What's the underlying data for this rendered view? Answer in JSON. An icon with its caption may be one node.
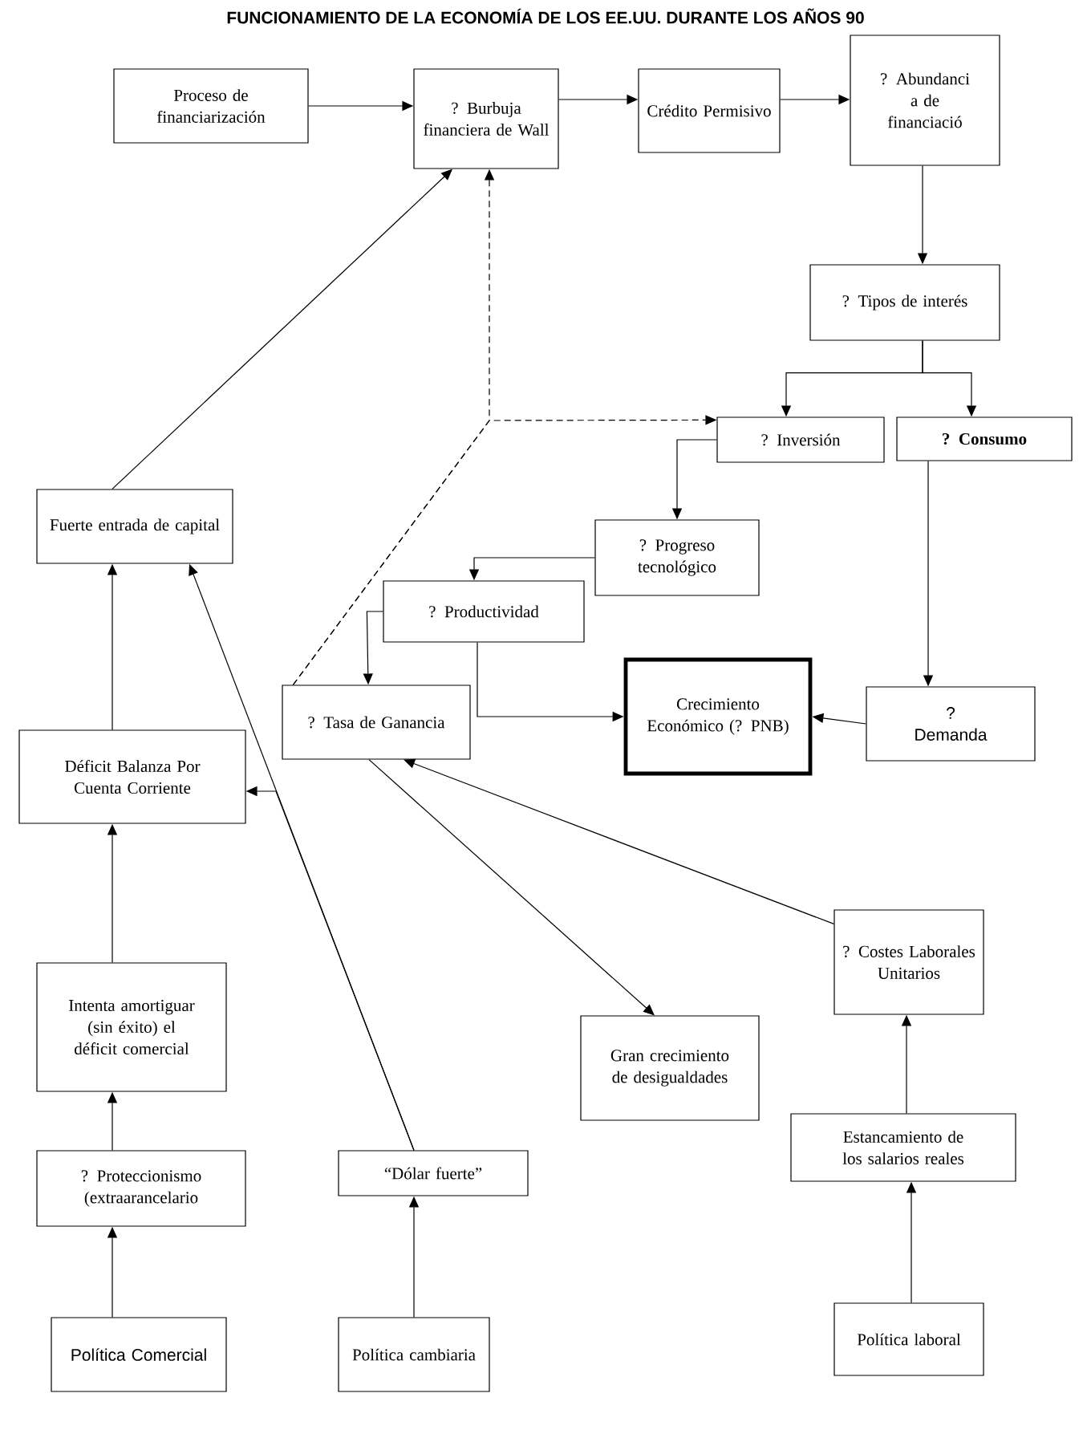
{
  "diagram": {
    "title": "FUNCIONAMIENTO DE LA ECONOMÍA DE LOS EE.UU. DURANTE LOS AÑOS 90",
    "nodes": [
      {
        "text": [
          "Proceso de financiarización"
        ]
      },
      {
        "text": [
          "? Burbuja financiera de Wall"
        ]
      },
      {
        "text": [
          "Crédito Permisivo"
        ]
      },
      {
        "text": [
          "? Abundanci a de financiació"
        ]
      },
      {
        "text": [
          "? Tipos de interés"
        ]
      },
      {
        "text": [
          "? Inversión"
        ]
      },
      {
        "text": [
          "? Consumo"
        ]
      },
      {
        "text": [
          "? Progreso tecnológico"
        ]
      },
      {
        "text": [
          "? Productividad"
        ]
      },
      {
        "text": [
          "? Tasa de Ganancia"
        ]
      },
      {
        "text": [
          "Crecimiento Económico (? PNB)"
        ]
      },
      {
        "text": [
          "? Demanda"
        ]
      },
      {
        "text": [
          "Fuerte entrada de capital"
        ]
      },
      {
        "text": [
          "Déficit Balanza Por Cuenta Corriente"
        ]
      },
      {
        "text": [
          "Intenta amortiguar (sin éxito) el déficit comercial"
        ]
      },
      {
        "text": [
          "? Proteccionismo (extraarancelario"
        ]
      },
      {
        "text": [
          "Política Comercial"
        ]
      },
      {
        "text": [
          "“Dólar fuerte”"
        ]
      },
      {
        "text": [
          "Política cambiaria"
        ]
      },
      {
        "text": [
          "Gran crecimiento de desigualdades"
        ]
      },
      {
        "text": [
          "? Costes Laborales Unitarios"
        ]
      },
      {
        "text": [
          "Estancamiento de los salarios reales"
        ]
      },
      {
        "text": [
          "Política laboral"
        ]
      }
    ],
    "edges": [
      {
        "from": 0,
        "to": 1,
        "arrow": "to"
      },
      {
        "from": 1,
        "to": 2,
        "arrow": "to"
      },
      {
        "from": 2,
        "to": 3,
        "arrow": "to"
      },
      {
        "from": 3,
        "to": 4,
        "arrow": "to"
      },
      {
        "from": 4,
        "to": 5,
        "arrow": "to"
      },
      {
        "from": 4,
        "to": 6,
        "arrow": "to"
      },
      {
        "from": 5,
        "to": 7,
        "arrow": "to"
      },
      {
        "from": 7,
        "to": 8,
        "arrow": "to"
      },
      {
        "from": 8,
        "to": 9,
        "arrow": "to"
      },
      {
        "from": 8,
        "to": 10,
        "arrow": "to"
      },
      {
        "from": 6,
        "to": 11,
        "arrow": "to"
      },
      {
        "from": 11,
        "to": 10,
        "arrow": "to"
      },
      {
        "from": 9,
        "to": 1,
        "arrow": "to",
        "style": "dashed"
      },
      {
        "from": 9,
        "to": 5,
        "arrow": "to",
        "style": "dashed"
      },
      {
        "from": 12,
        "to": 1,
        "arrow": "to"
      },
      {
        "from": 13,
        "to": 12,
        "arrow": "to"
      },
      {
        "from": 17,
        "to": 12,
        "arrow": "to"
      },
      {
        "from": 17,
        "to": 13,
        "arrow": "to"
      },
      {
        "from": 14,
        "to": 13,
        "arrow": "to"
      },
      {
        "from": 15,
        "to": 14,
        "arrow": "to"
      },
      {
        "from": 16,
        "to": 15,
        "arrow": "to"
      },
      {
        "from": 18,
        "to": 17,
        "arrow": "to"
      },
      {
        "from": 9,
        "to": 19,
        "arrow": "to"
      },
      {
        "from": 20,
        "to": 9,
        "arrow": "to"
      },
      {
        "from": 21,
        "to": 20,
        "arrow": "to"
      },
      {
        "from": 22,
        "to": 21,
        "arrow": "to"
      }
    ]
  }
}
